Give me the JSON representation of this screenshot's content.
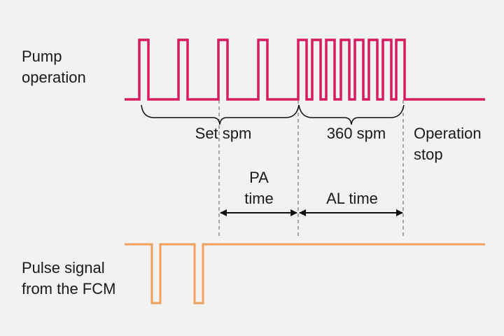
{
  "labels": {
    "pump_line1": "Pump",
    "pump_line2": "operation",
    "pulse_line1": "Pulse signal",
    "pulse_line2": "from the FCM",
    "set_spm": "Set spm",
    "spm_360": "360 spm",
    "stop_line1": "Operation",
    "stop_line2": "stop",
    "pa_line1": "PA",
    "pa_line2": "time",
    "al_time": "AL time"
  },
  "colors": {
    "background": "#f2f2f2",
    "pump_signal": "#d81b60",
    "pulse_signal": "#f0a05a",
    "annotation": "#111111",
    "guide": "#8c8c8c"
  }
}
